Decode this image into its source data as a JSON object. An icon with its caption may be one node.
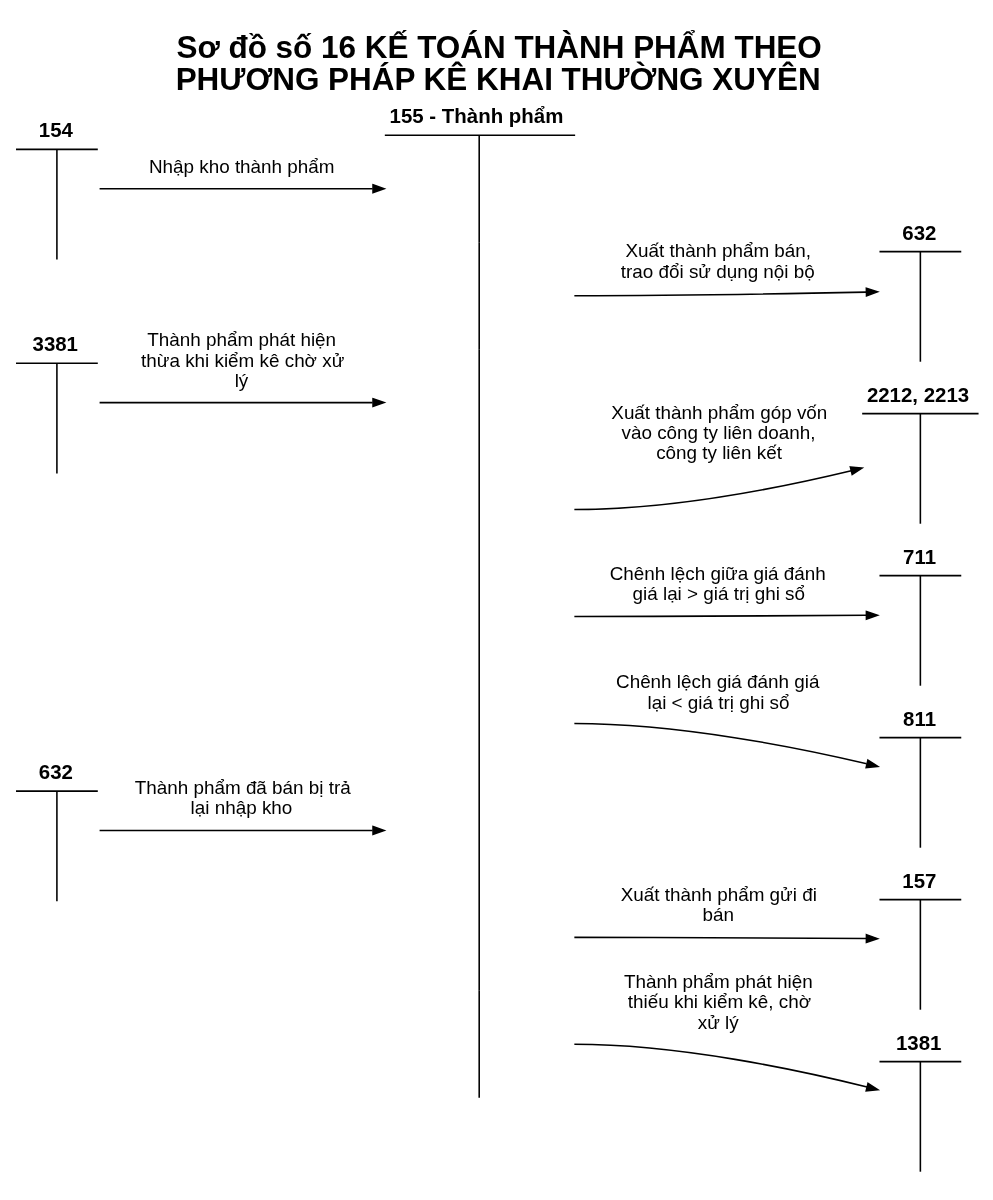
{
  "diagram": {
    "title": "Sơ đồ số 16 KẾ TOÁN THÀNH PHẨM THEO PHƯƠNG PHÁP KÊ KHAI THƯỜNG XUYÊN",
    "nodes": [
      {
        "text": [
          "155 - Thành phẩm"
        ]
      },
      {
        "text": [
          "154"
        ]
      },
      {
        "text": [
          "632"
        ]
      },
      {
        "text": [
          "3381"
        ]
      },
      {
        "text": [
          "2212, 2213"
        ]
      },
      {
        "text": [
          "711"
        ]
      },
      {
        "text": [
          "811"
        ]
      },
      {
        "text": [
          "632"
        ]
      },
      {
        "text": [
          "157"
        ]
      },
      {
        "text": [
          "1381"
        ]
      }
    ],
    "edges": [
      {
        "from": 1,
        "to": 0,
        "arrow": "to",
        "label": "Nhập kho thành phẩm"
      },
      {
        "from": 0,
        "to": 2,
        "arrow": "to",
        "label": "Xuất thành phẩm bán, trao đổi sử dụng nội bộ"
      },
      {
        "from": 3,
        "to": 0,
        "arrow": "to",
        "label": "Thành phẩm phát hiện thừa khi kiểm kê chờ xử lý"
      },
      {
        "from": 0,
        "to": 4,
        "arrow": "to",
        "label": "Xuất thành phẩm góp vốn vào công ty liên doanh, công ty liên kết"
      },
      {
        "from": 0,
        "to": 5,
        "arrow": "to",
        "label": "Chênh lệch giữa giá đánh giá lại > giá trị ghi sổ"
      },
      {
        "from": 0,
        "to": 6,
        "arrow": "to",
        "label": "Chênh lệch giá đánh giá lại < giá trị ghi sổ"
      },
      {
        "from": 7,
        "to": 0,
        "arrow": "to",
        "label": "Thành phẩm đã bán bị trả lại nhập kho"
      },
      {
        "from": 0,
        "to": 8,
        "arrow": "to",
        "label": "Xuất thành phẩm gửi đi bán"
      },
      {
        "from": 0,
        "to": 9,
        "arrow": "to",
        "label": "Thành phẩm phát hiện thiếu khi kiểm kê, chờ xử lý"
      }
    ]
  }
}
